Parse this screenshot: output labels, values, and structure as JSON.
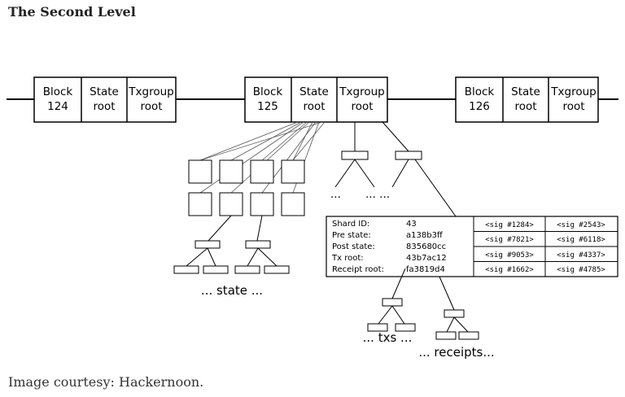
{
  "title": "The Second Level",
  "caption": "Image courtesy: Hackernoon.",
  "blocks": [
    {
      "block_line1": "Block",
      "block_line2": "124",
      "state_line1": "State",
      "state_line2": "root",
      "tx_line1": "Txgroup",
      "tx_line2": "root"
    },
    {
      "block_line1": "Block",
      "block_line2": "125",
      "state_line1": "State",
      "state_line2": "root",
      "tx_line1": "Txgroup",
      "tx_line2": "root"
    },
    {
      "block_line1": "Block",
      "block_line2": "126",
      "state_line1": "State",
      "state_line2": "root",
      "tx_line1": "Txgroup",
      "tx_line2": "root"
    }
  ],
  "tx_ellipsis": [
    "...",
    "... ..."
  ],
  "shard": {
    "fields": [
      {
        "label": "Shard ID:",
        "value": "43"
      },
      {
        "label": "Pre state:",
        "value": "a138b3ff"
      },
      {
        "label": "Post state:",
        "value": "835680cc"
      },
      {
        "label": "Tx root:",
        "value": "43b7ac12"
      },
      {
        "label": "Receipt root:",
        "value": "fa3819d4"
      }
    ],
    "sigs": [
      [
        "<sig #1284>",
        "<sig #2543>"
      ],
      [
        "<sig #7821>",
        "<sig #6118>"
      ],
      [
        "<sig #9053>",
        "<sig #4337>"
      ],
      [
        "<sig #1662>",
        "<sig #4785>"
      ]
    ]
  },
  "labels": {
    "state": "... state ...",
    "txs": "... txs ...",
    "receipts": "... receipts..."
  }
}
